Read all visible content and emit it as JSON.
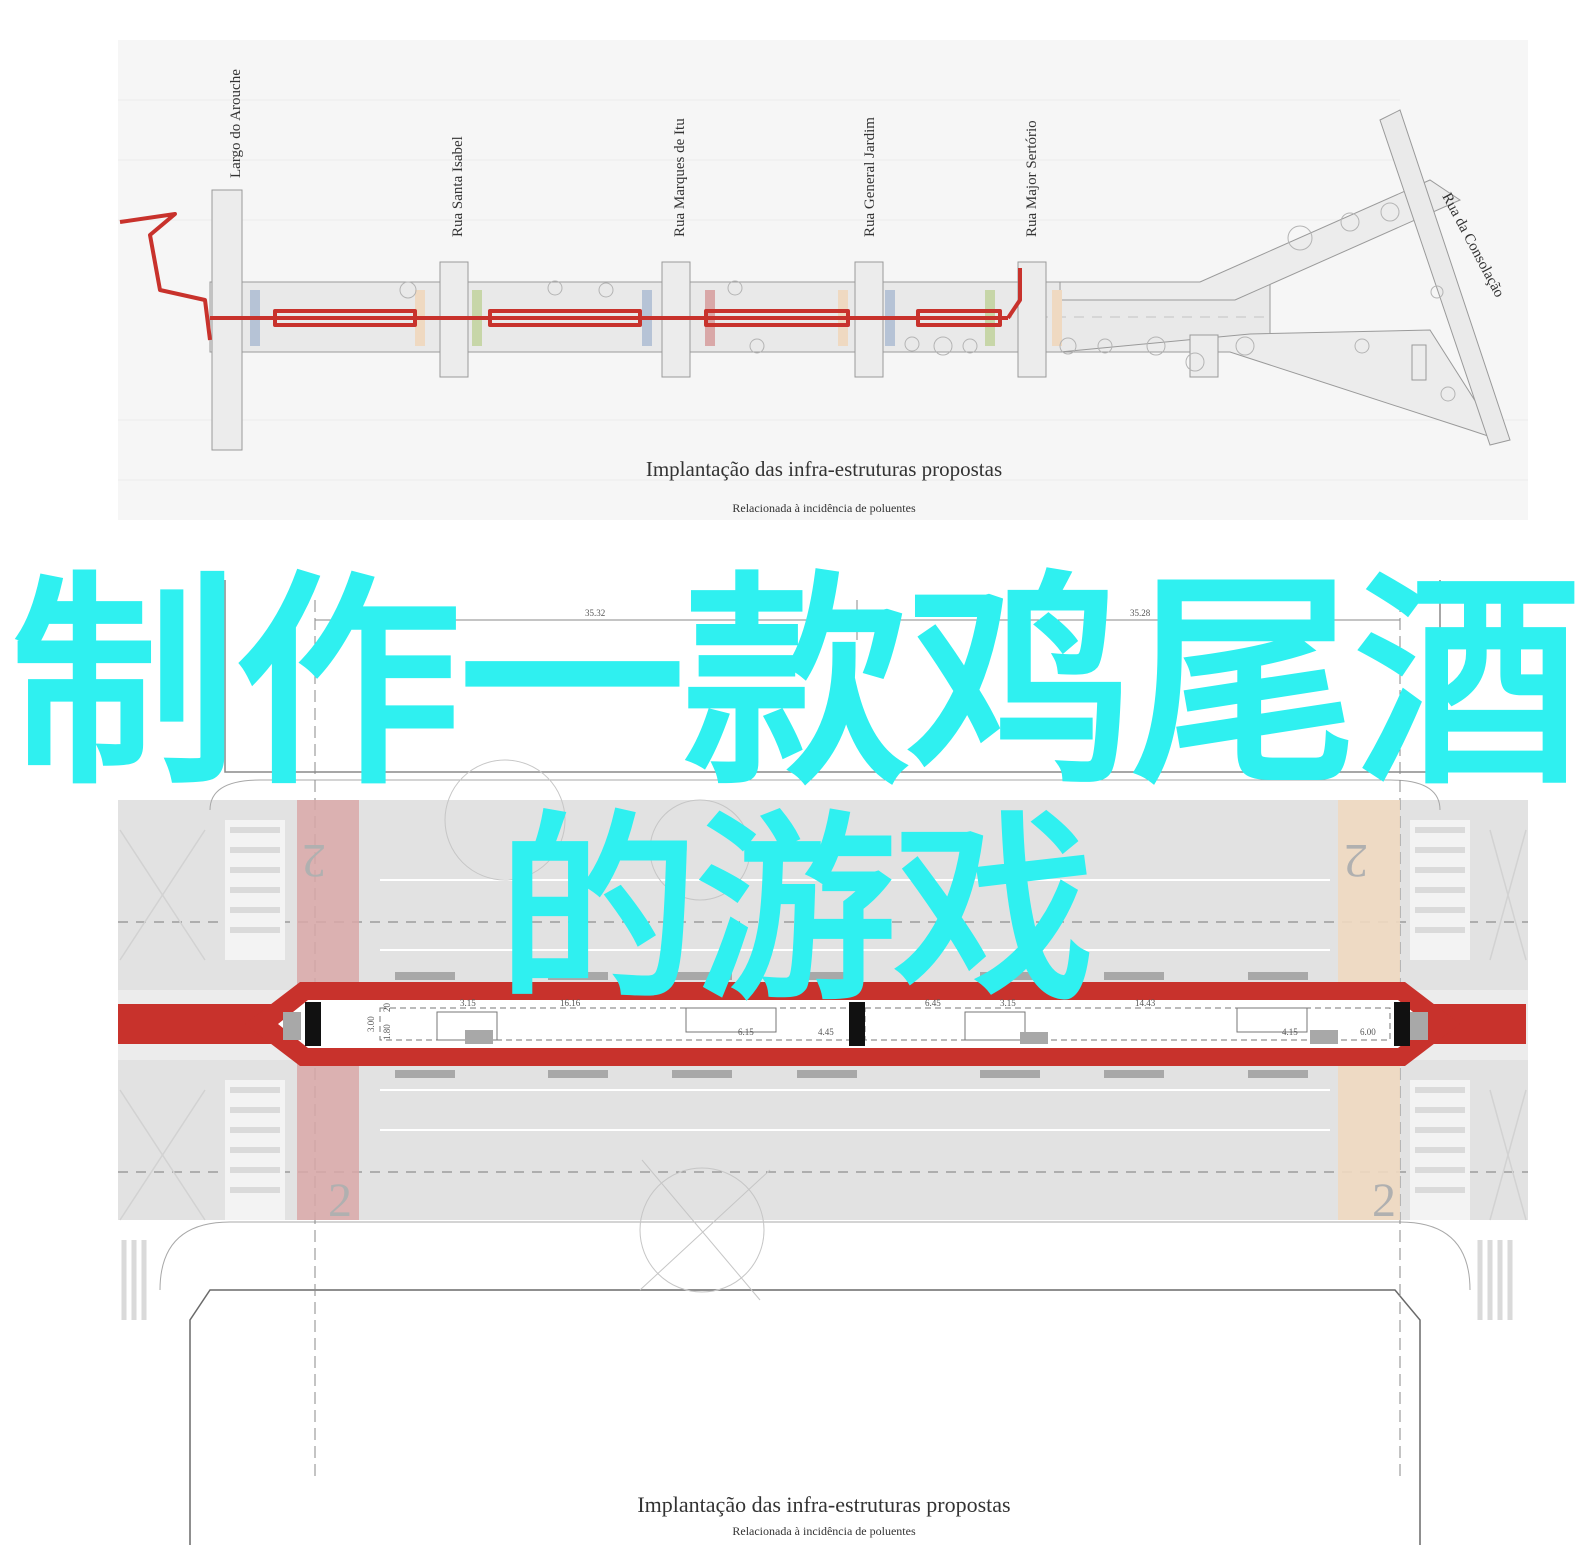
{
  "top_plan": {
    "street_labels": [
      "Largo do Arouche",
      "Rua Santa Isabel",
      "Rua Marques de Itu",
      "Rua General Jardim",
      "Rua Major Sertório",
      "Rua da Consolação"
    ],
    "caption_title": "Implantação das infra-estruturas propostas",
    "caption_subtitle": "Relacionada à incidência de poluentes"
  },
  "detail_plan": {
    "dimension_labels": [
      "35.32",
      "35.28",
      "3.15",
      "16.16",
      "6.15",
      "4.45",
      "6.45",
      "3.15",
      "14.43",
      "4.15",
      "6.00",
      "3.00",
      "1.80",
      "20"
    ],
    "lane_markings": [
      "2",
      "2",
      "2",
      "2"
    ],
    "caption_title": "Implantação das infra-estruturas propostas",
    "caption_subtitle": "Relacionada à incidência de poluentes"
  },
  "overlay": {
    "line1": "制作一款鸡尾酒",
    "line2": "的游戏",
    "color": "#2ff0f0"
  },
  "colors": {
    "route_red": "#c8322c",
    "crossing_red": "#d9a8a8",
    "crossing_tan": "#efd9c1",
    "road_grey": "#e4e4e4",
    "line_grey": "#9a9a9a"
  }
}
